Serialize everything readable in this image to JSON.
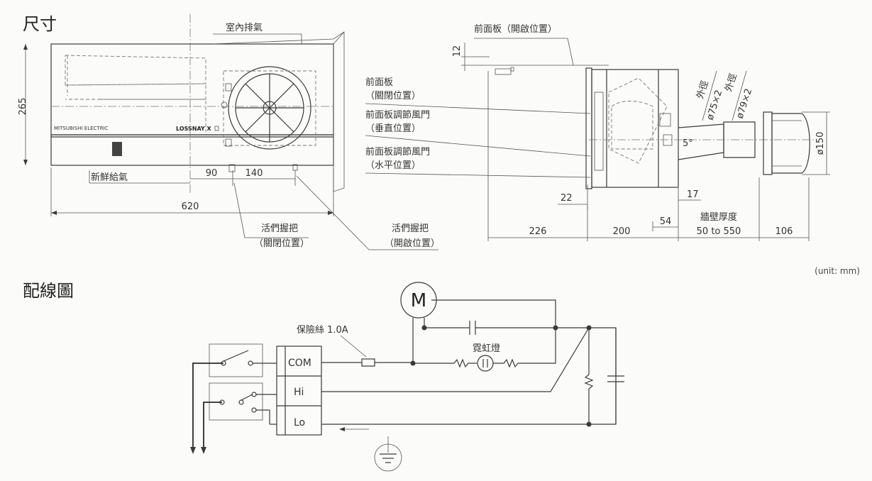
{
  "titles": {
    "dimensions": "尺寸",
    "wiring": "配線圖"
  },
  "front_view": {
    "room_exhaust": "室內排氣",
    "fresh_supply": "新鮮給氣",
    "model_plate": "LOSSNAY X",
    "brand": "MITSUBISHI ELECTRIC",
    "height": "265",
    "dim_90": "90",
    "dim_140": "140",
    "width": "620",
    "damper_closed_line1": "活們握把",
    "damper_closed_line2": "（關閉位置）",
    "damper_open_line1": "活們握把",
    "damper_open_line2": "（開啟位置）"
  },
  "side_view": {
    "front_panel_open": "前面板（開啟位置）",
    "dim_12": "12",
    "front_panel_closed_line1": "前面板",
    "front_panel_closed_line2": "（關閉位置）",
    "damper_vertical_line1": "前面板調節風門",
    "damper_vertical_line2": "（垂直位置）",
    "damper_horizontal_line1": "前面板調節風門",
    "damper_horizontal_line2": "（水平位置）",
    "outer_dia_1_label": "外徑",
    "outer_dia_1": "ø75×2",
    "outer_dia_2_label": "外徑",
    "outer_dia_2": "ø79×2",
    "angle": "5°",
    "dia_150": "ø150",
    "dim_22": "22",
    "dim_17": "17",
    "dim_54": "54",
    "wall_thickness_label": "牆壁厚度",
    "wall_thickness": "50 to 550",
    "dim_226": "226",
    "dim_200": "200",
    "dim_106": "106",
    "unit": "(unit: mm)"
  },
  "wiring": {
    "motor": "M",
    "fuse": "保險絲 1.0A",
    "neon": "霓虹燈",
    "terminals": [
      "COM",
      "Hi",
      "Lo"
    ]
  }
}
